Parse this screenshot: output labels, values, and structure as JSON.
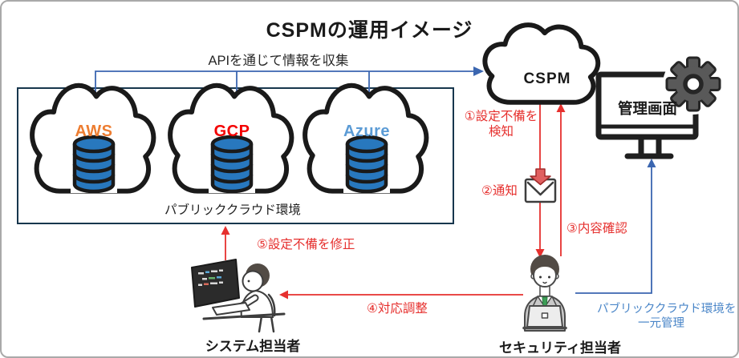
{
  "title": "CSPMの運用イメージ",
  "api_flow": {
    "label": "APIを通じて情報を収集"
  },
  "public_cloud_box": {
    "caption": "パブリッククラウド環境",
    "providers": [
      {
        "name": "AWS",
        "color": "#ED7D31"
      },
      {
        "name": "GCP",
        "color": "#F40000"
      },
      {
        "name": "Azure",
        "color": "#5B9BD5"
      }
    ]
  },
  "cspm_cloud": {
    "label": "CSPM"
  },
  "management_screen": {
    "label": "管理画面"
  },
  "steps": {
    "detect_line1": "①設定不備を",
    "detect_line2": "検知",
    "notify": "②通知",
    "confirm": "③内容確認",
    "coordinate": "④対応調整",
    "fix": "⑤設定不備を修正"
  },
  "actors": {
    "system": "システム担当者",
    "security": "セキュリティ担当者"
  },
  "management_note": {
    "line1": "パブリッククラウド環境を",
    "line2": "一元管理"
  },
  "colors": {
    "red_arrow": "#E6302E",
    "blue_arrow": "#3B66B0",
    "blue_note_text": "#4A86C8",
    "box_border": "#17364D",
    "database_fill": "#2878BE",
    "gear_fill": "#595959",
    "notification_arrow_fill": "#E06060"
  },
  "icons": {
    "cloud": "cloud-outline-shape",
    "database": "cylinder-stack-shape",
    "gear": "gear-shape",
    "monitor": "desktop-monitor-shape",
    "envelope": "envelope-glyph",
    "system_staff": "person-at-desk-illustration",
    "security_staff": "person-with-laptop-illustration"
  }
}
